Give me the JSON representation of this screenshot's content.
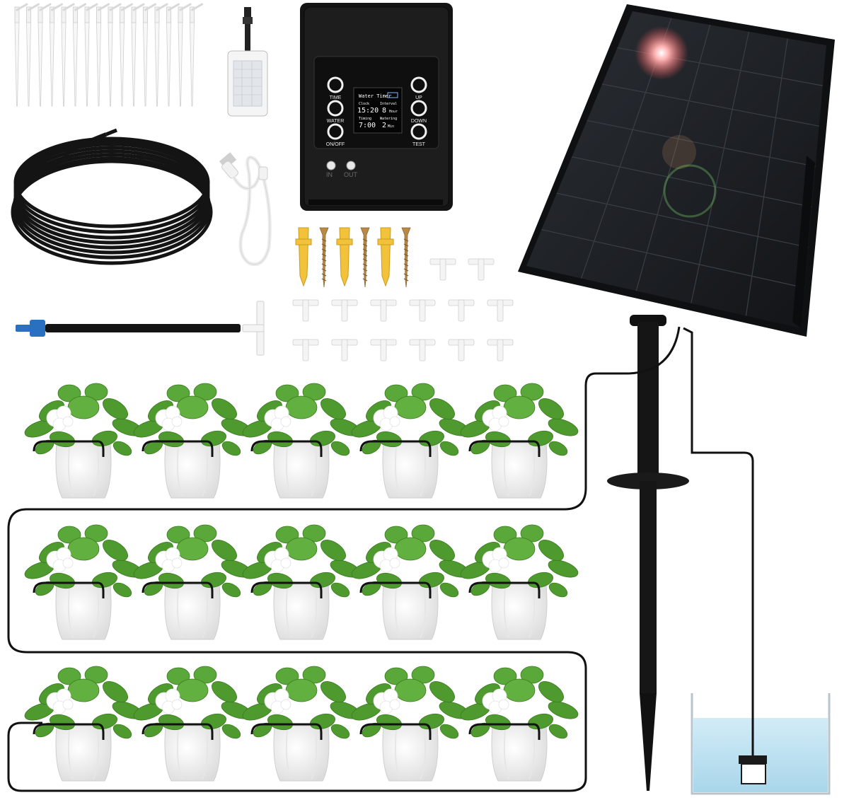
{
  "controller": {
    "buttons": [
      {
        "label": "TIME",
        "side": "left"
      },
      {
        "label": "WATER",
        "side": "left"
      },
      {
        "label": "ON/OFF",
        "side": "left"
      },
      {
        "label": "UP",
        "side": "right"
      },
      {
        "label": "DOWN",
        "side": "right"
      },
      {
        "label": "TEST",
        "side": "right"
      }
    ],
    "screen": {
      "title": "Water Timer",
      "clock_label": "Clock",
      "clock_value": "15:20",
      "interval_label": "Interval",
      "interval_value": "8",
      "interval_unit": "Hour",
      "timing_label": "Timing",
      "timing_value": "7:00",
      "watering_label": "Watering",
      "watering_value": "2",
      "watering_unit": "Min"
    },
    "ports": {
      "in": "IN",
      "out": "OUT"
    }
  },
  "colors": {
    "solar_panel": "#1b1e22",
    "tubing": "#111111",
    "leaf_green": "#4f9a2f",
    "water": "#bfe3f2",
    "anchor_yellow": "#f2c23a",
    "screw_brass": "#b98a45",
    "drip_tip_blue": "#2a6fc0"
  },
  "kit": {
    "drip_stakes": 16,
    "plant_rows": 3,
    "plants_per_row": 5,
    "tee_connectors": 14,
    "wall_anchors": 3,
    "screws": 3
  },
  "icons": [
    "solar-panel-icon",
    "usb-cable-icon",
    "filter-icon",
    "water-tank-icon"
  ]
}
